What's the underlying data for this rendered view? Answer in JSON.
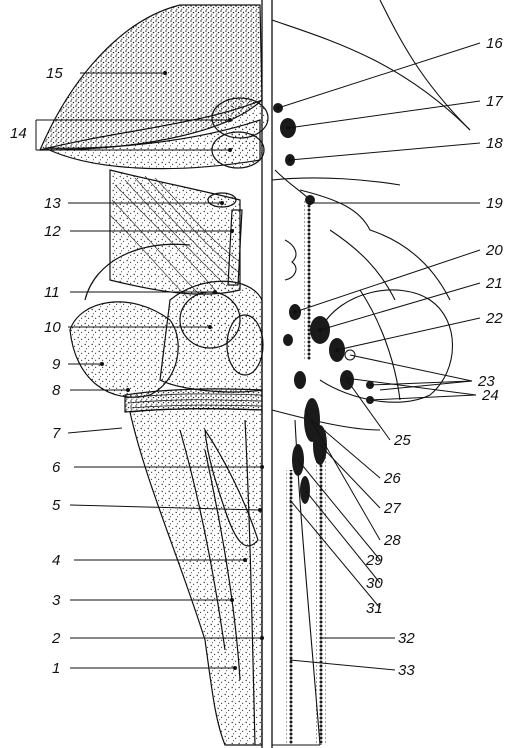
{
  "labels_left": [
    {
      "id": "15",
      "text": "15"
    },
    {
      "id": "14",
      "text": "14"
    },
    {
      "id": "13",
      "text": "13"
    },
    {
      "id": "12",
      "text": "12"
    },
    {
      "id": "11",
      "text": "11"
    },
    {
      "id": "10",
      "text": "10"
    },
    {
      "id": "9",
      "text": "9"
    },
    {
      "id": "8",
      "text": "8"
    },
    {
      "id": "7",
      "text": "7"
    },
    {
      "id": "6",
      "text": "6"
    },
    {
      "id": "5",
      "text": "5"
    },
    {
      "id": "4",
      "text": "4"
    },
    {
      "id": "3",
      "text": "3"
    },
    {
      "id": "2",
      "text": "2"
    },
    {
      "id": "1",
      "text": "1"
    }
  ],
  "labels_right": [
    {
      "id": "16",
      "text": "16"
    },
    {
      "id": "17",
      "text": "17"
    },
    {
      "id": "18",
      "text": "18"
    },
    {
      "id": "19",
      "text": "19"
    },
    {
      "id": "20",
      "text": "20"
    },
    {
      "id": "21",
      "text": "21"
    },
    {
      "id": "22",
      "text": "22"
    },
    {
      "id": "23",
      "text": "23"
    },
    {
      "id": "24",
      "text": "24"
    },
    {
      "id": "25",
      "text": "25"
    },
    {
      "id": "26",
      "text": "26"
    },
    {
      "id": "27",
      "text": "27"
    },
    {
      "id": "28",
      "text": "28"
    },
    {
      "id": "29",
      "text": "29"
    },
    {
      "id": "30",
      "text": "30"
    },
    {
      "id": "31",
      "text": "31"
    },
    {
      "id": "32",
      "text": "32"
    },
    {
      "id": "33",
      "text": "33"
    }
  ],
  "colors": {
    "ink": "#111111",
    "stipple": "#333333",
    "paper": "#ffffff",
    "nucleus": "#1a1a1a"
  }
}
